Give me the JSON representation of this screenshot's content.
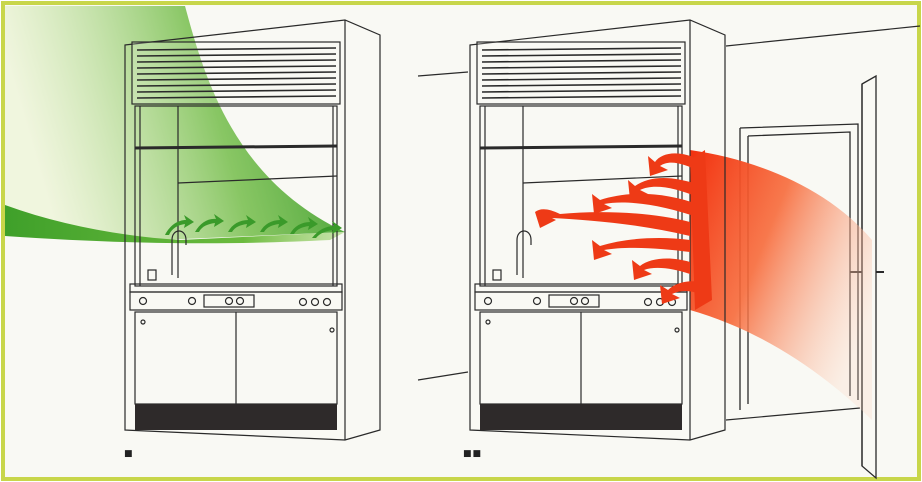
{
  "colors": {
    "frame_border": "#c8d64a",
    "background": "#f8f8f2",
    "line": "#2a2a2a",
    "green_airflow": "#3a9a2a",
    "red_airflow": "#ee3a16",
    "base_strip": "#2e2a2a"
  },
  "panels": [
    {
      "marker": "■",
      "airflow": "green",
      "description_icons": [
        "fume-hood",
        "green-airflow-arrows"
      ]
    },
    {
      "marker": "■■",
      "airflow": "red",
      "description_icons": [
        "fume-hood",
        "red-airflow-arrows",
        "wall",
        "open-door"
      ]
    }
  ]
}
